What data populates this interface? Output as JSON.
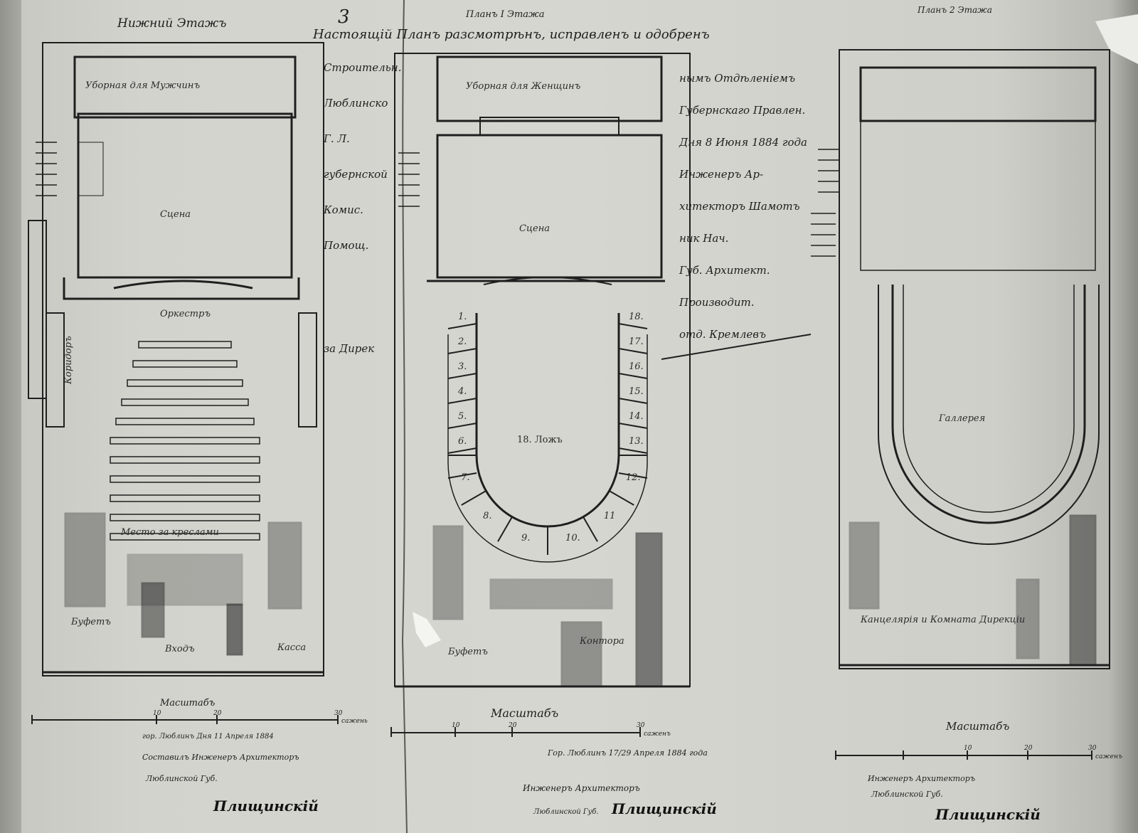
{
  "sheet_number": "3",
  "plans": [
    {
      "title": "Нижний Этажъ",
      "rooms": [
        "Уборная для Мужчинъ",
        "Сцена",
        "Оркестръ",
        "Коридоръ",
        "Место за креслами",
        "Буфетъ",
        "Входъ",
        "Касса"
      ],
      "scale": {
        "label": "Масштабъ",
        "ticks": [
          "10",
          "20",
          "30"
        ],
        "unit": "сажень"
      },
      "date_note": "гор. Люблинъ Дня 11 Апреля 1884",
      "signature": {
        "line1": "Составилъ Инженеръ Архитекторъ",
        "line2": "Люблинской Губ.",
        "name": "Плищинскій"
      }
    },
    {
      "title": "Планъ I Этажа",
      "rooms": [
        "Уборная для Женщинъ",
        "Сцена",
        "18. Ложъ",
        "Буфетъ",
        "Контора"
      ],
      "box_numbers": [
        "1.",
        "2.",
        "3.",
        "4.",
        "5.",
        "6.",
        "7.",
        "8.",
        "9.",
        "10.",
        "11",
        "12.",
        "13.",
        "14.",
        "15.",
        "16.",
        "17.",
        "18."
      ],
      "scale": {
        "label": "Масштабъ",
        "ticks": [
          "10",
          "20",
          "30"
        ],
        "unit": "саженъ"
      },
      "date_note": "Гор. Люблинъ 17/29 Апреля 1884 года",
      "signature": {
        "line1": "Инженеръ Архитекторъ",
        "line2": "Люблинской Губ.",
        "name": "Плищинскій"
      }
    },
    {
      "title": "Планъ 2 Этажа",
      "rooms": [
        "Галлерея",
        "Канцелярія и Комната Дирекціи"
      ],
      "scale": {
        "label": "Масштабъ",
        "ticks": [
          "10",
          "20",
          "30"
        ],
        "unit": "саженъ"
      },
      "signature": {
        "line1": "Инженеръ Архитекторъ",
        "line2": "Люблинской Губ.",
        "name": "Плищинскій"
      }
    }
  ],
  "approval_note": {
    "header": "Настоящій Планъ разсмотрѣнъ, исправленъ и одобренъ",
    "left_column": [
      "Строительн.",
      "Люблинско",
      "Г. Л.",
      "губернской",
      "Комис.",
      "Помощ.",
      "за Дирек"
    ],
    "right_column": [
      "нымъ Отдѣленіемъ",
      "Губернскаго Правлен.",
      "Дня 8 Июня 1884 года",
      "Инженеръ Ар-",
      "хитекторъ Шамотъ",
      "ник Нач.",
      "Губ. Архитект.",
      "Производит.",
      "отд. Кремлевъ"
    ]
  },
  "colors": {
    "paper": "#d3d3cd",
    "ink": "#1f1f1f",
    "border": "#6e6e68"
  }
}
